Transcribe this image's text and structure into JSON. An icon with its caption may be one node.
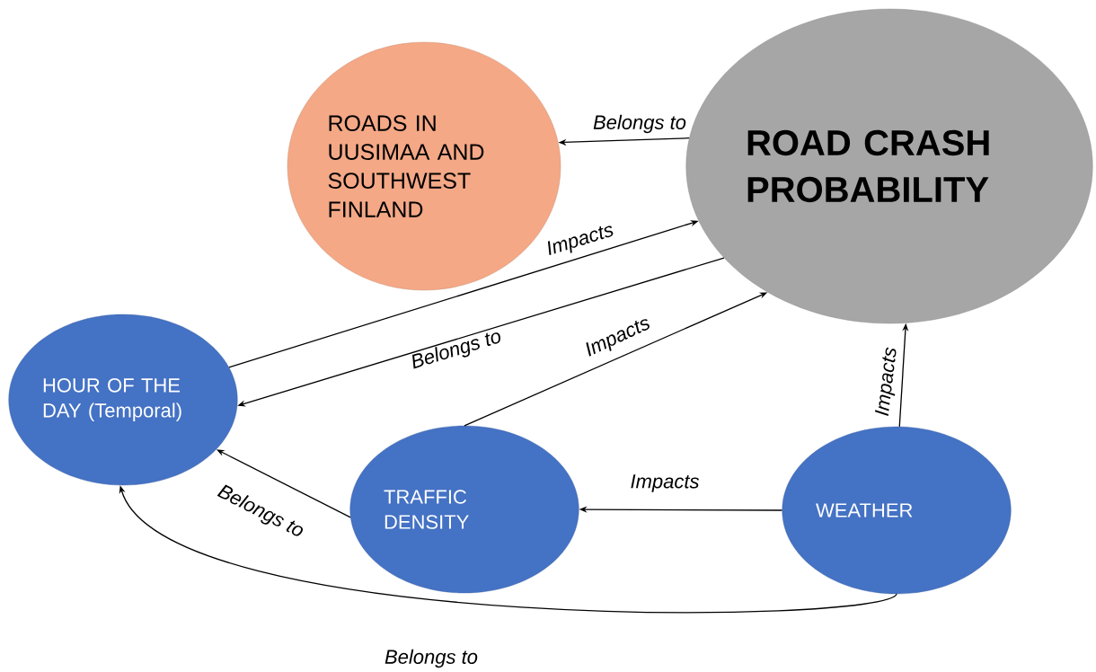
{
  "diagram": {
    "nodes": [
      {
        "text": [
          "ROADS IN UUSIMAA AND SOUTHWEST FINLAND"
        ]
      },
      {
        "text": [
          "ROAD CRASH PROBABILITY"
        ]
      },
      {
        "text": [
          "HOUR OF THE DAY (Temporal)"
        ]
      },
      {
        "text": [
          "TRAFFIC DENSITY"
        ]
      },
      {
        "text": [
          "WEATHER"
        ]
      }
    ],
    "edges": [
      {
        "from": 1,
        "to": 0,
        "arrow": "to",
        "label": "Belongs to"
      },
      {
        "from": 2,
        "to": 1,
        "arrow": "to",
        "label": "Impacts"
      },
      {
        "from": 1,
        "to": 2,
        "arrow": "to",
        "label": "Belongs to"
      },
      {
        "from": 3,
        "to": 1,
        "arrow": "to",
        "label": "Impacts"
      },
      {
        "from": 4,
        "to": 1,
        "arrow": "to",
        "label": "Impacts"
      },
      {
        "from": 4,
        "to": 3,
        "arrow": "to",
        "label": "Impacts"
      },
      {
        "from": 3,
        "to": 2,
        "arrow": "to",
        "label": "Belongs to"
      },
      {
        "from": 4,
        "to": 2,
        "arrow": "to",
        "label": "Belongs to"
      }
    ]
  }
}
